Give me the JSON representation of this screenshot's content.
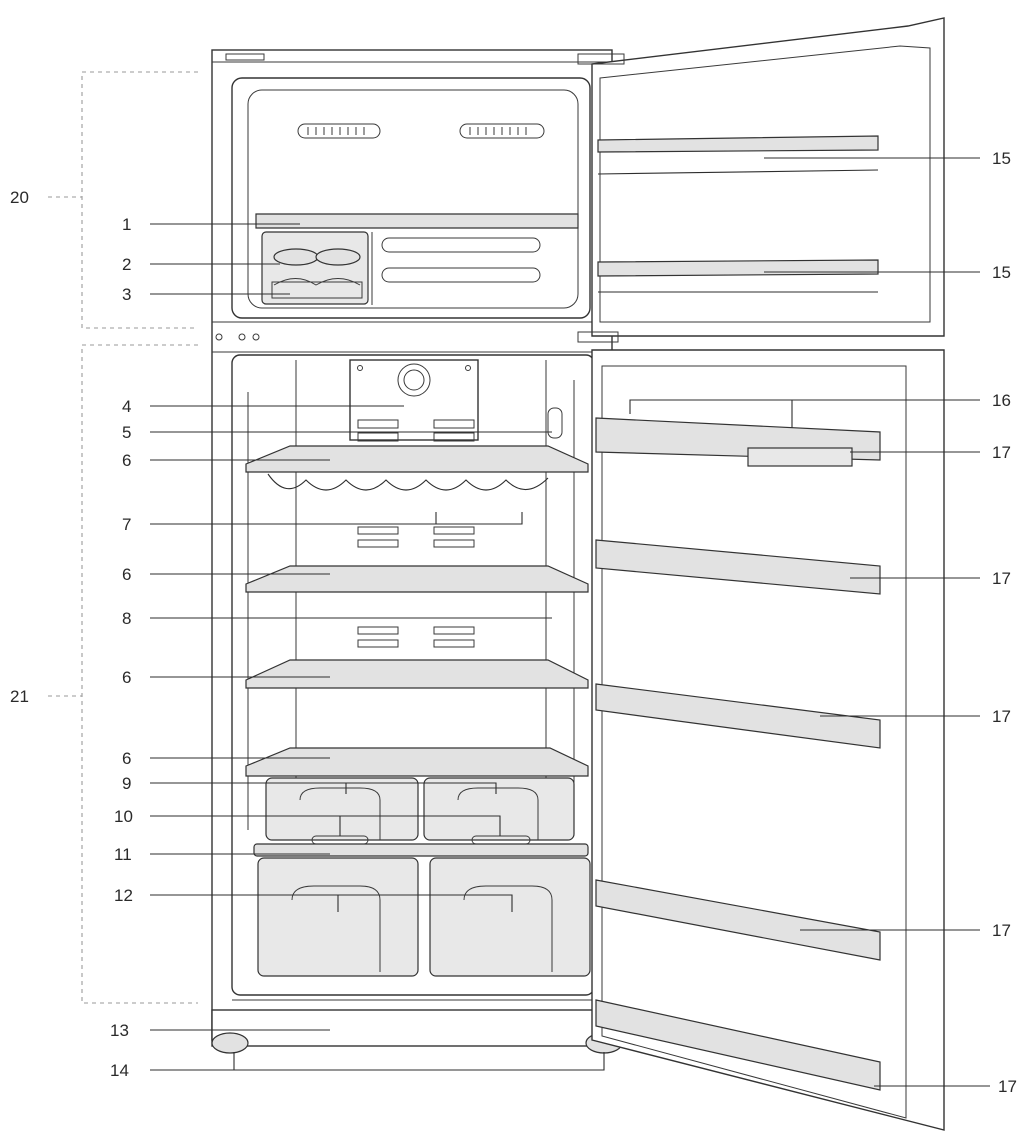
{
  "callouts": {
    "c1": "1",
    "c2": "2",
    "c3": "3",
    "c4": "4",
    "c5": "5",
    "c6a": "6",
    "c6b": "6",
    "c6c": "6",
    "c6d": "6",
    "c7": "7",
    "c8": "8",
    "c9": "9",
    "c10": "10",
    "c11": "11",
    "c12": "12",
    "c13": "13",
    "c14": "14",
    "c15a": "15",
    "c15b": "15",
    "c16": "16",
    "c17a": "17",
    "c17b": "17",
    "c17c": "17",
    "c17d": "17",
    "c17e": "17",
    "c20": "20",
    "c21": "21"
  },
  "colors": {
    "line": "#2e2e2e",
    "fill_glass": "#e2e2e2",
    "dash": "#9a9a9a"
  }
}
